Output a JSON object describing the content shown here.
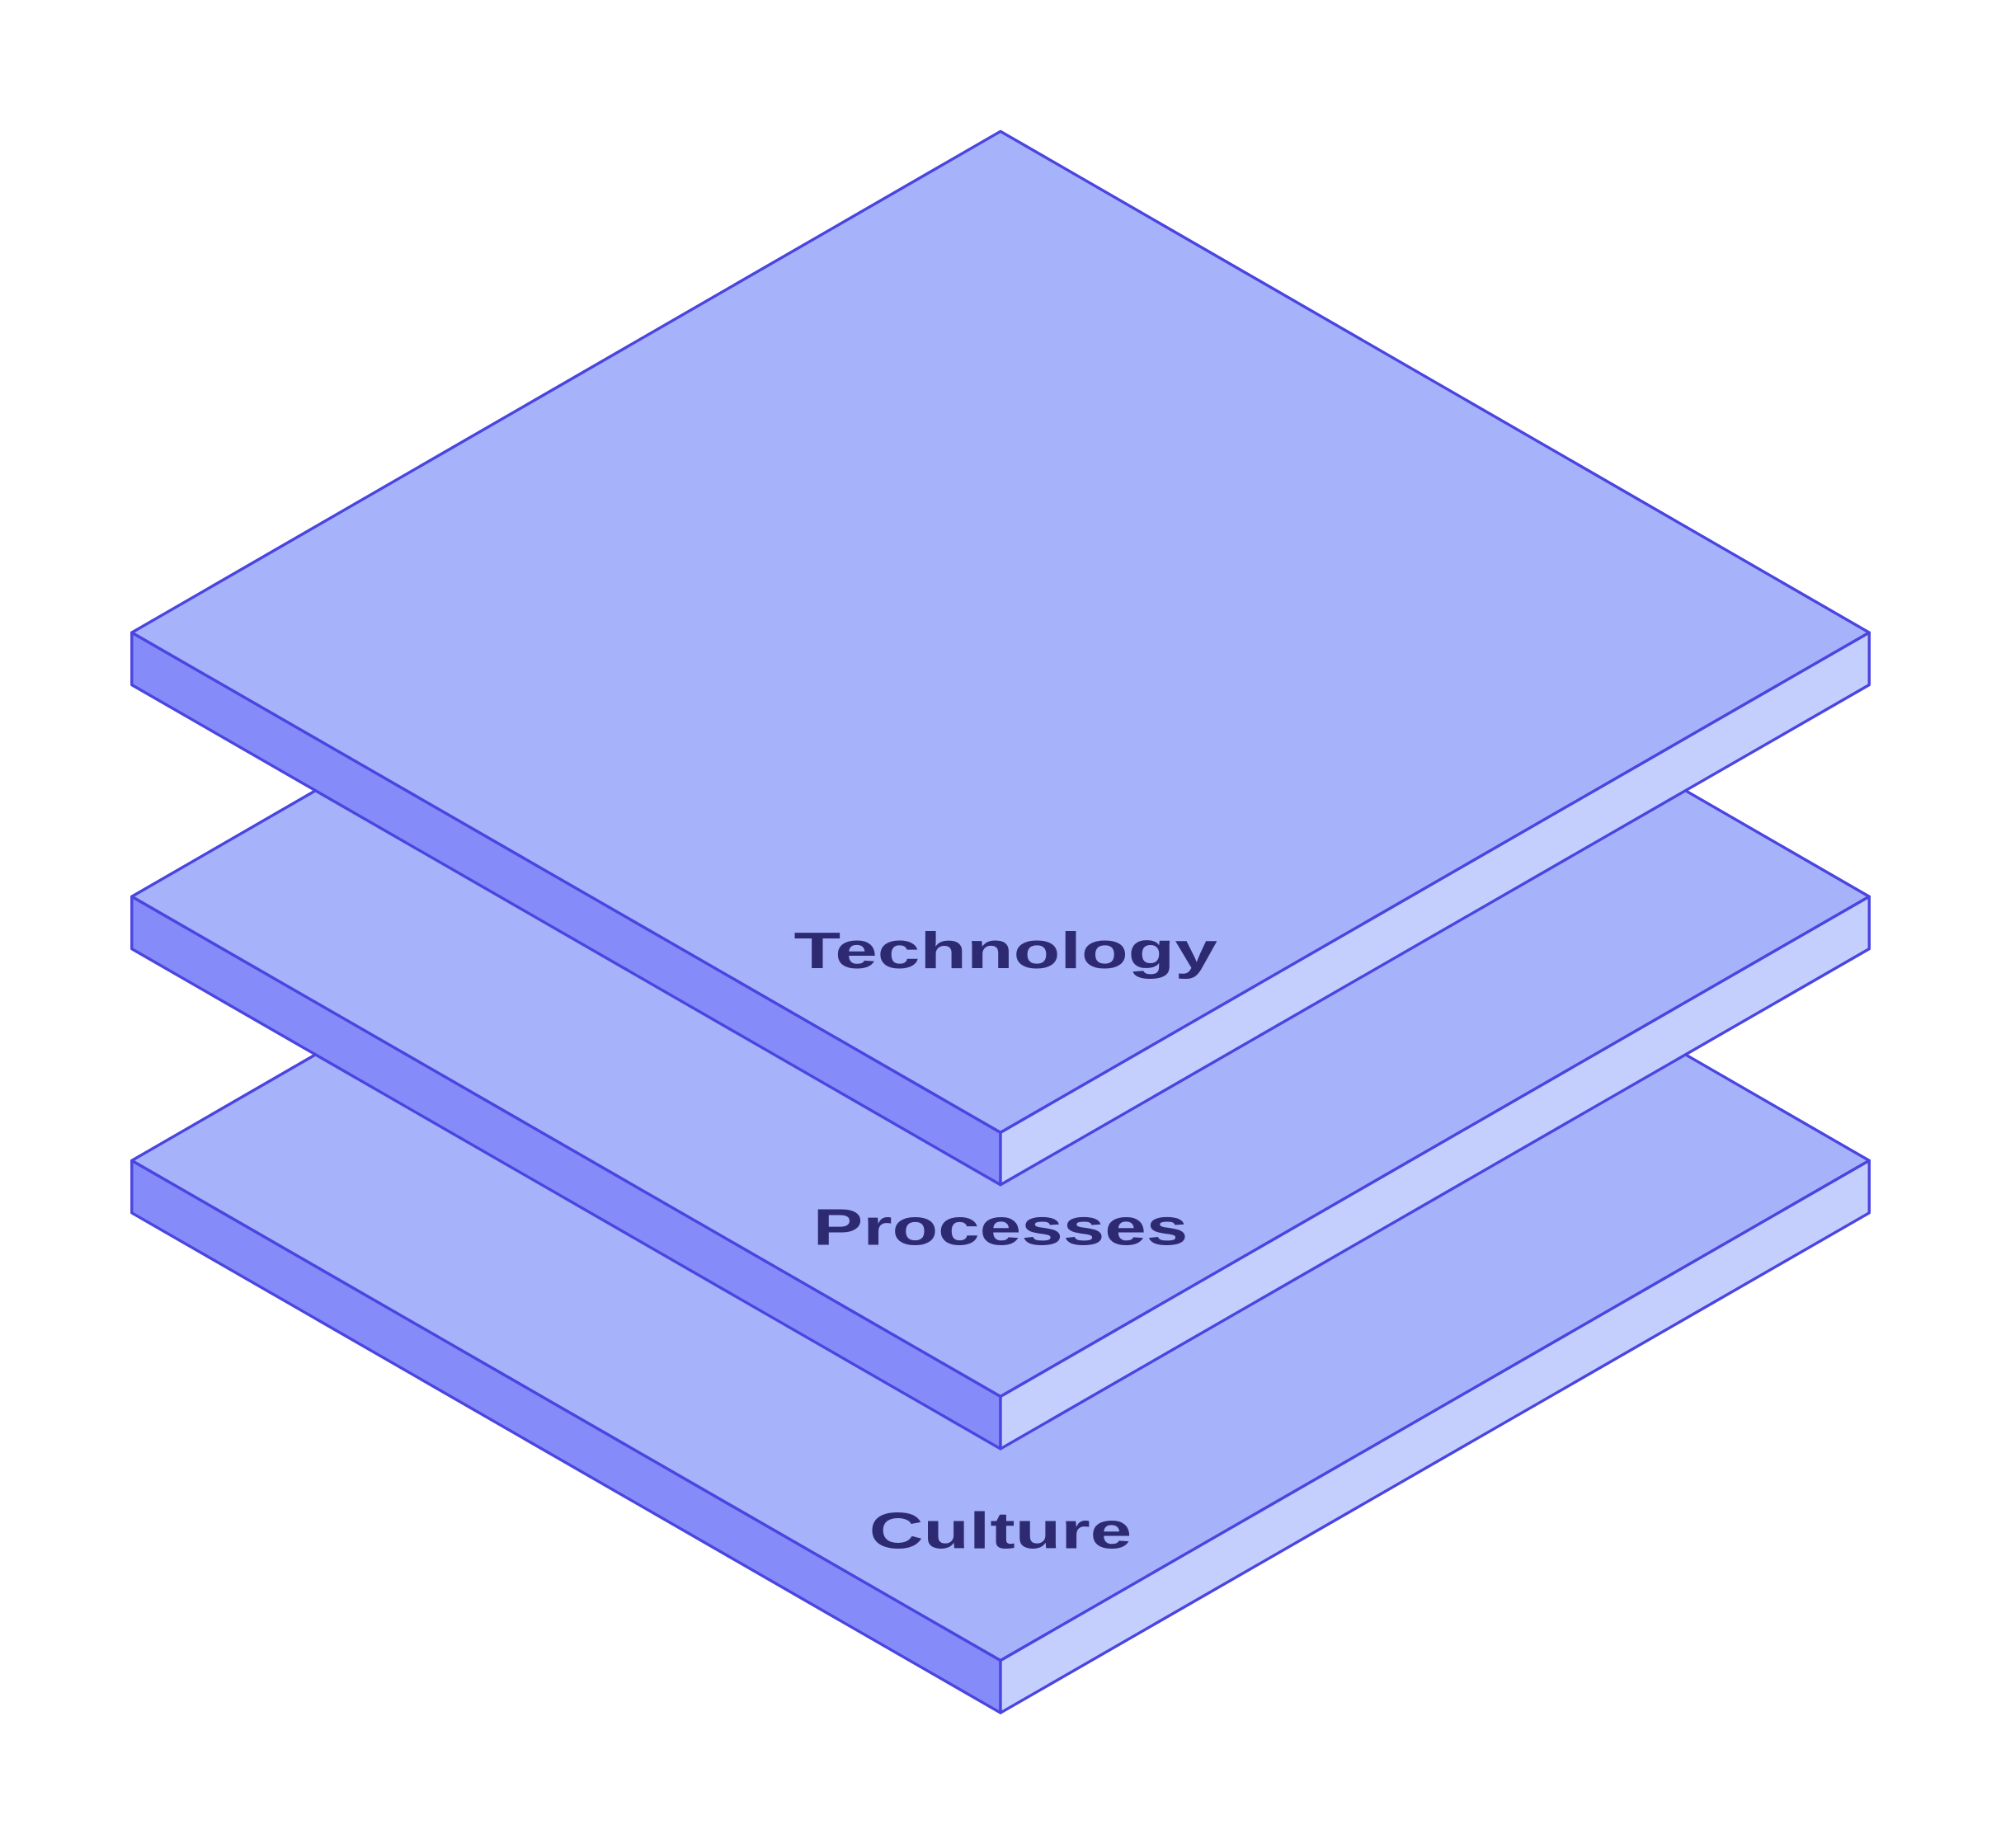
{
  "diagram": {
    "layers": [
      {
        "label": "Culture",
        "level": 1
      },
      {
        "label": "Processes",
        "level": 2
      },
      {
        "label": "Technology",
        "level": 3
      }
    ],
    "colors": {
      "top_face": "#a6b3fb",
      "left_face": "#858bf8",
      "right_face": "#c5cffd",
      "outline": "#4b45e0",
      "text": "#2e2a72"
    }
  }
}
